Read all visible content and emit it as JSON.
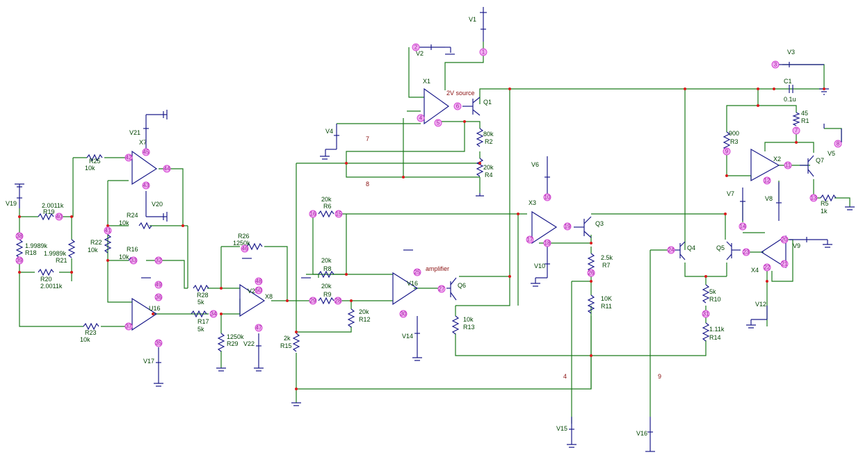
{
  "labels": {
    "V1": "V1",
    "V2": "V2",
    "V3": "V3",
    "V4": "V4",
    "V5": "V5",
    "V6": "V6",
    "V7": "V7",
    "V8": "V8",
    "V9": "V9",
    "V10": "V10",
    "V12": "V12",
    "V14": "V14",
    "V15": "V15",
    "V16": "V16",
    "V17": "V17",
    "V19": "V19",
    "V20": "V20",
    "V21": "V21",
    "V22": "V22",
    "X1": "X1",
    "X2": "X2",
    "X3": "X3",
    "X4": "X4",
    "X7": "X7",
    "X8": "X8",
    "V23": "V23",
    "V16b": "V16",
    "U16": "U16",
    "Q1": "Q1",
    "Q3": "Q3",
    "Q4": "Q4",
    "Q5": "Q5",
    "Q6": "Q6",
    "Q7": "Q7",
    "C1": "C1",
    "C1v": "0.1u",
    "R1": "R1",
    "R1v": "45",
    "R2": "R2",
    "R2v": "80k",
    "R3": "R3",
    "R3v": "900",
    "R4": "R4",
    "R4v": "20k",
    "R5": "R5",
    "R5v": "1k",
    "R6": "R6",
    "R6v": "20k",
    "R7": "R7",
    "R7v": "2.5k",
    "R8": "R8",
    "R8v": "20k",
    "R9": "R9",
    "R9v": "20k",
    "R10": "R10",
    "R10v": "5k",
    "R11": "R11",
    "R11v": "10K",
    "R12": "R12",
    "R12v": "20k",
    "R13": "R13",
    "R13v": "10k",
    "R14": "R14",
    "R14v": "1.11k",
    "R15": "R15",
    "R15v": "2k",
    "R16": "R16",
    "R16v": "10k",
    "R17": "R17",
    "R17v": "5k",
    "R18": "R18",
    "R18v": "1.9989k",
    "R19": "R19",
    "R19v": "2.0011k",
    "R20": "R20",
    "R20v": "2.0011k",
    "R21": "R21",
    "R21v": "1.9989k",
    "R22": "R22",
    "R22v": "10k",
    "R23": "R23",
    "R23v": "10k",
    "R24": "R24",
    "R24v": "10k",
    "R25": "R25",
    "R25v": "10k",
    "R26": "R26",
    "R26v": "1250k",
    "R28": "R28",
    "R28v": "5k",
    "R29": "R29",
    "R29v": "1250k"
  },
  "notes": {
    "src": "2V source",
    "amp": "amplifier",
    "n7": "7",
    "n8": "8",
    "n4": "4",
    "n9": "9"
  },
  "nodes": {
    "n1": "1",
    "n2": "2",
    "n3": "3",
    "n4": "4",
    "n5": "5",
    "n6": "6",
    "n7": "7",
    "n8": "8",
    "n9": "9",
    "n10": "10",
    "n11": "11",
    "n12": "12",
    "n13": "13",
    "n14": "14",
    "n15": "15",
    "n16": "16",
    "n17": "17",
    "n18": "18",
    "n19": "19",
    "n20": "20",
    "n21": "21",
    "n22": "22",
    "n23": "23",
    "n24": "24",
    "n25": "25",
    "n26": "26",
    "n27": "27",
    "n28": "28",
    "n29": "29",
    "n30": "30",
    "n31": "31",
    "n32": "32",
    "n33": "33",
    "n34": "34",
    "n35": "35",
    "n36": "36",
    "n37": "37",
    "n38": "38",
    "n39": "39",
    "n40": "40",
    "n41": "41",
    "n42": "42",
    "n43": "43",
    "n44": "44",
    "n45": "45",
    "n46": "46",
    "n47": "47",
    "n48": "48",
    "n49": "49",
    "n50": "50"
  }
}
